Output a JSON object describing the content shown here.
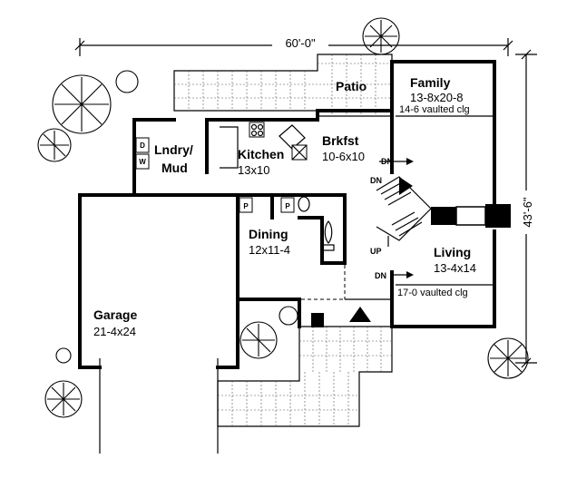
{
  "dimensions": {
    "width_label": "60'-0\"",
    "depth_label": "43'-6\""
  },
  "rooms": {
    "patio_top": {
      "name": "Patio"
    },
    "family": {
      "name": "Family",
      "size": "13-8x20-8",
      "note": "14-6 vaulted clg"
    },
    "laundry": {
      "name_line1": "Lndry/",
      "name_line2": "Mud"
    },
    "kitchen": {
      "name": "Kitchen",
      "size": "13x10"
    },
    "breakfast": {
      "name": "Brkfst",
      "size": "10-6x10"
    },
    "dining": {
      "name": "Dining",
      "size": "12x11-4"
    },
    "living": {
      "name": "Living",
      "size": "13-4x14",
      "note": "17-0 vaulted clg"
    },
    "garage": {
      "name": "Garage",
      "size": "21-4x24"
    }
  },
  "symbols": {
    "dn_1": "DN",
    "dn_2": "DN",
    "dn_3": "DN",
    "up": "UP",
    "pantry_1": "P",
    "pantry_2": "P",
    "dryer": "D",
    "washer": "W"
  }
}
